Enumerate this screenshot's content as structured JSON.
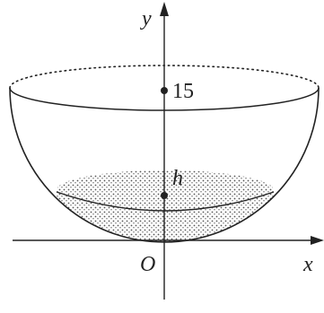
{
  "axes": {
    "x_label": "x",
    "y_label": "y",
    "origin_label": "O"
  },
  "points": {
    "top_marker_label": "15",
    "water_level_label": "h"
  },
  "colors": {
    "ink": "#222222",
    "fill_dots": "#555555"
  },
  "shapes": {
    "bowl": "hemisphere",
    "water_surface": "ellipse-dotted-fill"
  }
}
